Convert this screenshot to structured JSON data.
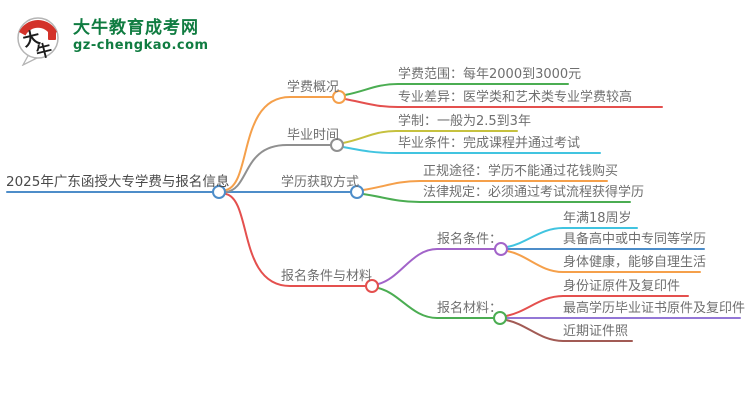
{
  "logo": {
    "icon_text_top": "大",
    "icon_text_bottom": "牛",
    "title": "大牛教育成考网",
    "domain": "gz-chengkao.com",
    "brand_green": "#107c41",
    "seal_red": "#d3322a"
  },
  "mindmap": {
    "root": {
      "label": "2025年广东函授大专学费与报名信息",
      "color": "#4d8dc9"
    },
    "branches": [
      {
        "label": "学费概况",
        "color": "#f5a04b",
        "children": [
          {
            "label": "学费范围：每年2000到3000元",
            "color": "#4bad52"
          },
          {
            "label": "专业差异：医学类和艺术类专业学费较高",
            "color": "#e4504e"
          }
        ]
      },
      {
        "label": "毕业时间",
        "color": "#909090",
        "children": [
          {
            "label": "学制：一般为2.5到3年",
            "color": "#c6c13f"
          },
          {
            "label": "毕业条件：完成课程并通过考试",
            "color": "#41c4e0"
          }
        ]
      },
      {
        "label": "学历获取方式",
        "color": "#4d8dc9",
        "children": [
          {
            "label": "正规途径：学历不能通过花钱购买",
            "color": "#f5a04b"
          },
          {
            "label": "法律规定：必须通过考试流程获得学历",
            "color": "#4bad52"
          }
        ]
      },
      {
        "label": "报名条件与材料",
        "color": "#e4504e",
        "children": [
          {
            "label": "报名条件：",
            "color": "#a264c9",
            "children": [
              {
                "label": "年满18周岁",
                "color": "#41c4e0"
              },
              {
                "label": "具备高中或中专同等学历",
                "color": "#4d8dc9"
              },
              {
                "label": "身体健康，能够自理生活",
                "color": "#f5a04b"
              }
            ]
          },
          {
            "label": "报名材料：",
            "color": "#4bad52",
            "children": [
              {
                "label": "身份证原件及复印件",
                "color": "#e4504e"
              },
              {
                "label": "最高学历毕业证书原件及复印件",
                "color": "#9377d6"
              },
              {
                "label": "近期证件照",
                "color": "#a25b55"
              }
            ]
          }
        ]
      }
    ]
  }
}
